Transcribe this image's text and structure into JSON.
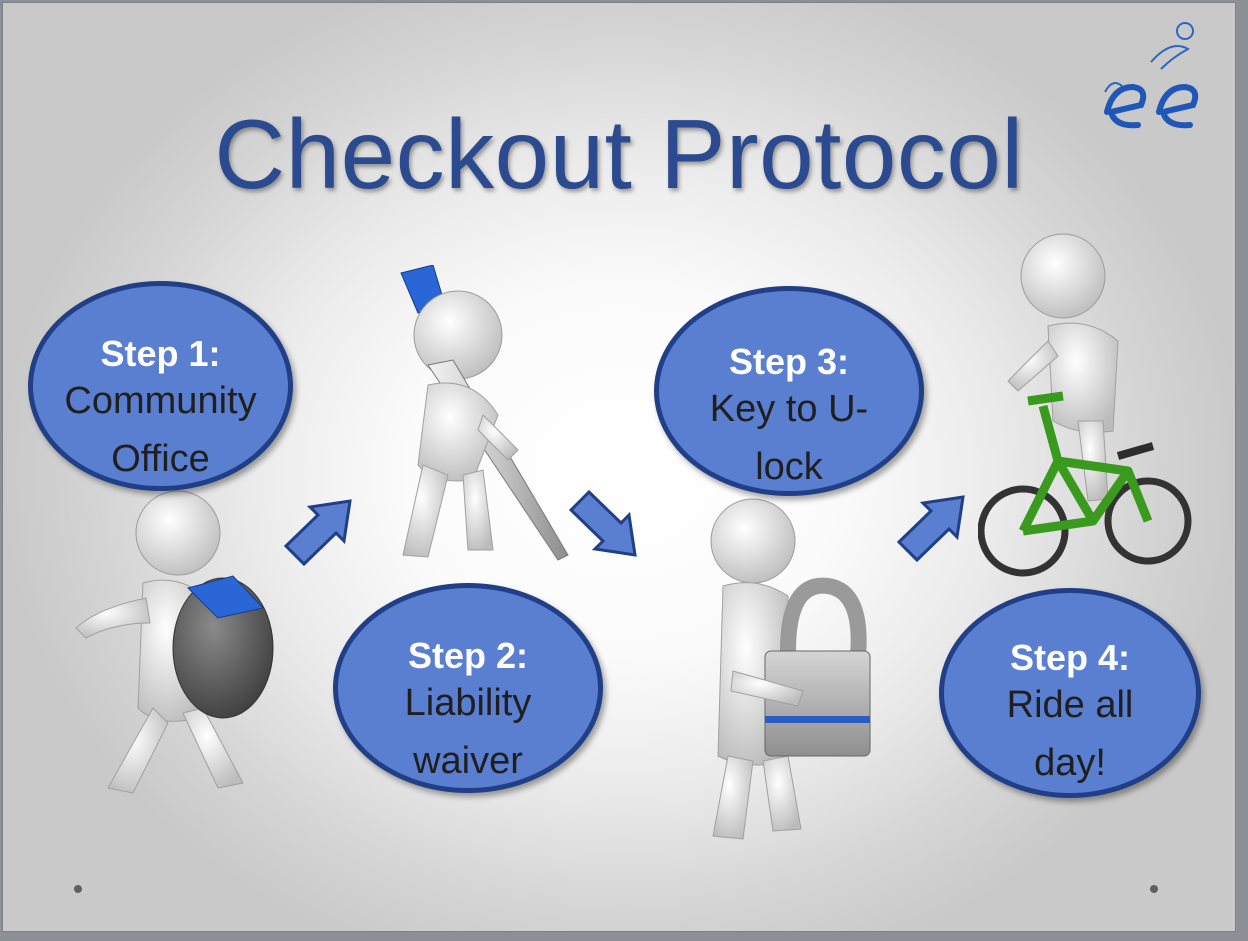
{
  "slide": {
    "title": "Checkout Protocol",
    "logo_icon": "ee-cyclist-logo-icon",
    "accent_color": "#5a7fd0",
    "title_color": "#2b4a8f"
  },
  "steps": [
    {
      "heading": "Step 1:",
      "lines": [
        "Community",
        "Office"
      ],
      "figure_icon": "person-with-backpack-icon"
    },
    {
      "heading": "Step 2:",
      "lines": [
        "Liability",
        "waiver"
      ],
      "figure_icon": "person-carrying-pen-icon"
    },
    {
      "heading": "Step 3:",
      "lines": [
        "Key to U-",
        "lock"
      ],
      "figure_icon": "person-holding-padlock-icon"
    },
    {
      "heading": "Step 4:",
      "lines": [
        "Ride all",
        "day!"
      ],
      "figure_icon": "person-riding-bicycle-icon"
    }
  ]
}
